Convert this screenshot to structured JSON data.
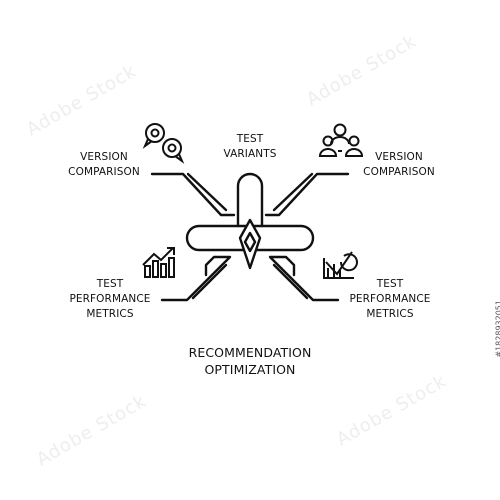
{
  "diagram": {
    "title_line1": "RECOMMENDATION",
    "title_line2": "OPTIMIZATION",
    "labels": {
      "top_center": [
        "TEST",
        "VARIANTS"
      ],
      "top_left": [
        "VERSION",
        "COMPARISON"
      ],
      "top_right": [
        "VERSION",
        "COMPARISON"
      ],
      "bottom_left": [
        "TEST",
        "PERFORMANCE",
        "METRICS"
      ],
      "bottom_right": [
        "TEST",
        "PERFORMANCE",
        "METRICS"
      ]
    },
    "icons": {
      "top_left": "chat-bubbles-icon",
      "top_right": "team-icon",
      "bottom_left": "bar-chart-growth-icon",
      "bottom_right": "checked-chart-icon",
      "center": "diamond-icon"
    }
  },
  "watermark": {
    "text": "Adobe Stock",
    "id": "#1828932051"
  },
  "colors": {
    "line": "#111111",
    "background": "#ffffff",
    "watermark": "#eeeeee"
  }
}
